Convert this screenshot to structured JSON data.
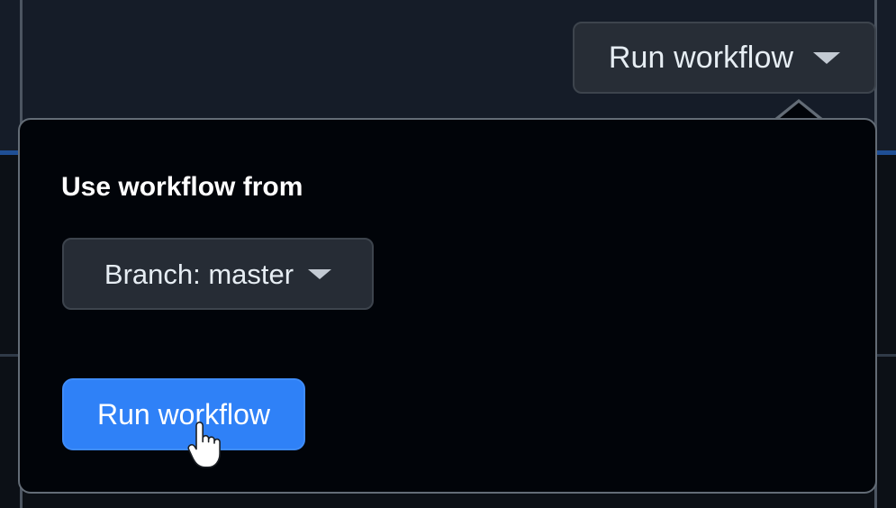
{
  "window": {
    "background_color": "#151c28",
    "panel_background_color": "#010409"
  },
  "toolbar": {
    "run_workflow_split_button": {
      "label": "Run workflow",
      "caret_icon": "chevron-down-icon",
      "background_color": "#272d36",
      "border_color": "#3d444d",
      "text_color": "#e6edf3"
    }
  },
  "popover": {
    "title": "Use workflow from",
    "branch_select": {
      "value": "Branch: master",
      "caret_icon": "chevron-down-icon",
      "background_color": "#262c35",
      "border_color": "#3d444d"
    },
    "submit_button": {
      "label": "Run workflow",
      "background_color": "#2f81f7",
      "text_color": "#ffffff"
    },
    "border_color": "#636c76"
  },
  "cursor": {
    "type": "pointer-hand-cursor"
  }
}
